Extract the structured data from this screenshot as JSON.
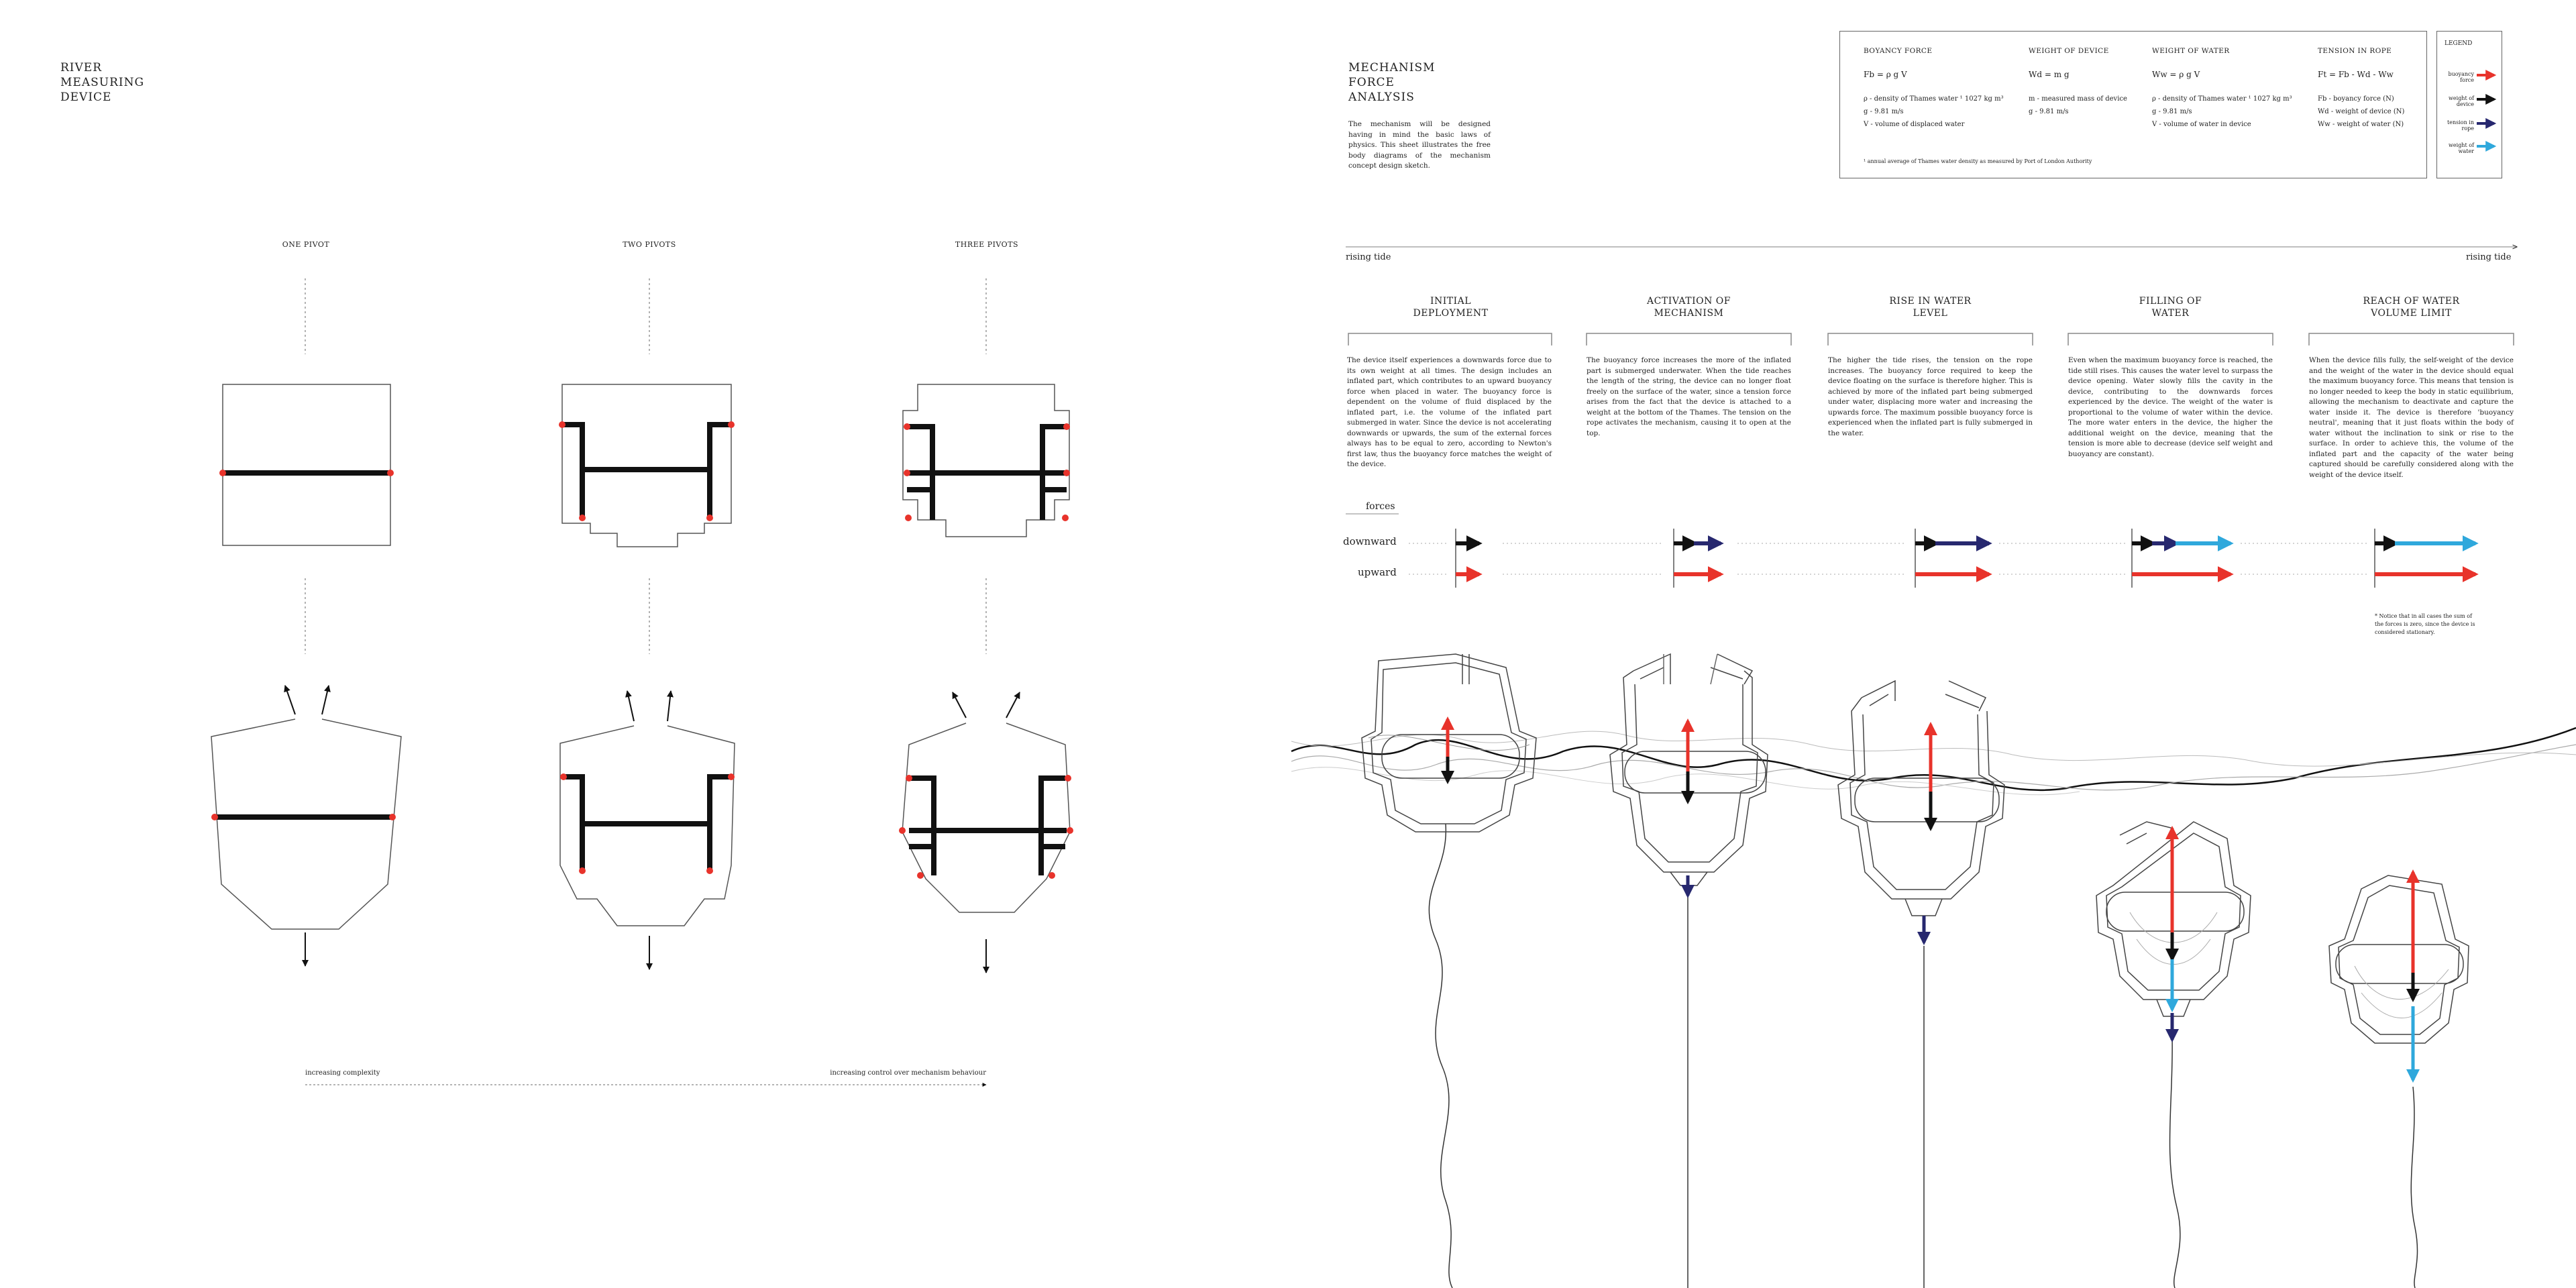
{
  "left": {
    "title": "RIVER\nMEASURING\nDEVICE",
    "columns": [
      "ONE PIVOT",
      "TWO PIVOTS",
      "THREE PIVOTS"
    ],
    "axis_left": "increasing complexity",
    "axis_right": "increasing control over mechanism behaviour"
  },
  "right": {
    "title": "MECHANISM\nFORCE\nANALYSIS",
    "intro": "The mechanism will be designed having in mind the basic laws of physics. This sheet illustrates the free body diagrams of the mechanism concept design sketch.",
    "formulas": [
      {
        "heading": "BOYANCY FORCE",
        "eq": "Fb = ρ g V",
        "lines": [
          "ρ - density of Thames water ¹ 1027 kg m³",
          "g - 9.81 m/s",
          "V - volume of displaced water"
        ]
      },
      {
        "heading": "WEIGHT OF DEVICE",
        "eq": "Wd = m g",
        "lines": [
          "m - measured mass of device",
          "g - 9.81 m/s"
        ]
      },
      {
        "heading": "WEIGHT OF WATER",
        "eq": "Ww = ρ g V",
        "lines": [
          "ρ - density of Thames water ¹ 1027 kg m³",
          "g - 9.81 m/s",
          "V - volume of water in device"
        ]
      },
      {
        "heading": "TENSION IN ROPE",
        "eq": "Ft = Fb - Wd - Ww",
        "lines": [
          "Fb - boyancy force (N)",
          "Wd - weight of device (N)",
          "Ww - weight of water (N)"
        ]
      }
    ],
    "footnote": "¹ annual average of Thames water density as measured by Port of London Authority",
    "legend": {
      "title": "LEGEND",
      "items": [
        {
          "label": "buoyancy force",
          "color": "#e8332b"
        },
        {
          "label": "weight of device",
          "color": "#111111"
        },
        {
          "label": "tension in rope",
          "color": "#27286f"
        },
        {
          "label": "weight of water",
          "color": "#2fa8dc"
        }
      ]
    },
    "tide_left": "rising tide",
    "tide_right": "rising tide",
    "stages": [
      {
        "title": "INITIAL\nDEPLOYMENT",
        "text": "The device itself experiences a downwards force due to its own weight at all times. The design includes an inflated part, which contributes to an upward buoyancy force when placed in water. The buoyancy force is dependent on the volume of fluid displaced by the inflated part, i.e. the volume of the inflated part submerged in water. Since the device is not accelerating downwards or upwards, the sum of the external forces always has to be equal to zero, according to Newton's first law, thus the buoyancy force matches the weight of the device."
      },
      {
        "title": "ACTIVATION OF\nMECHANISM",
        "text": "The buoyancy force increases the more of the inflated part is submerged underwater. When the tide reaches the length of the string, the device can no longer float freely on the surface of the water, since a tension force arises from the fact that the device is attached to a weight at the bottom of the Thames. The tension on the rope activates the mechanism, causing it to open at the top."
      },
      {
        "title": "RISE IN WATER\nLEVEL",
        "text": "The higher the tide rises, the tension on the rope increases. The buoyancy force required to keep the device floating on the surface is therefore higher. This is achieved by more of the inflated part being submerged under water, displacing more water and increasing the upwards force. The maximum possible buoyancy force is experienced when the inflated part is fully submerged in the water."
      },
      {
        "title": "FILLING OF\nWATER",
        "text": "Even when the maximum buoyancy force is reached, the tide still rises. This causes the water level to surpass the device opening. Water slowly fills the cavity in the device, contributing to the downwards forces experienced by the device. The weight of the water is proportional to the volume of water within the device. The more water enters in the device, the higher the additional weight on the device, meaning that the tension is more able to decrease (device self weight and buoyancy are constant)."
      },
      {
        "title": "REACH OF WATER\nVOLUME LIMIT",
        "text": "When the device fills fully, the self-weight of the device and the weight of the water in the device should equal the maximum buoyancy force. This means that tension is no longer needed to keep the body in static equilibrium, allowing the mechanism to deactivate and capture the water inside it. The device is therefore 'buoyancy neutral', meaning that it just floats within the body of water without the inclination to sink or rise to the surface. In order to achieve this, the volume of the inflated part and the capacity of the water being captured should be carefully considered along with the weight of the device itself."
      }
    ],
    "forces_label": "forces",
    "downward_label": "downward",
    "upward_label": "upward",
    "note": "* Notice that in all cases the sum of the forces is zero, since the device is considered stationary."
  }
}
